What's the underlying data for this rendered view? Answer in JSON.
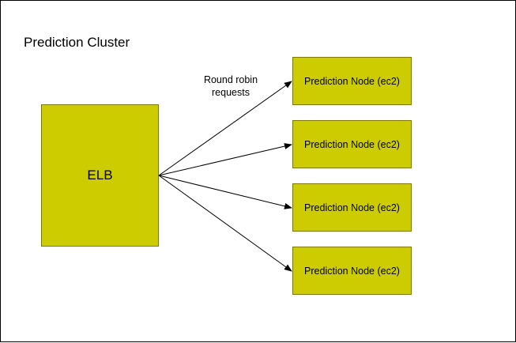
{
  "colors": {
    "box_fill": "#cccc00",
    "box_border": "#7a7a00",
    "line": "#000000",
    "background": "#ffffff"
  },
  "cluster": {
    "title": "Prediction Cluster"
  },
  "elb": {
    "label": "ELB"
  },
  "edge_label": {
    "line1": "Round robin",
    "line2": "requests"
  },
  "nodes": [
    {
      "label": "Prediction Node (ec2)"
    },
    {
      "label": "Prediction Node (ec2)"
    },
    {
      "label": "Prediction Node (ec2)"
    },
    {
      "label": "Prediction Node (ec2)"
    }
  ]
}
